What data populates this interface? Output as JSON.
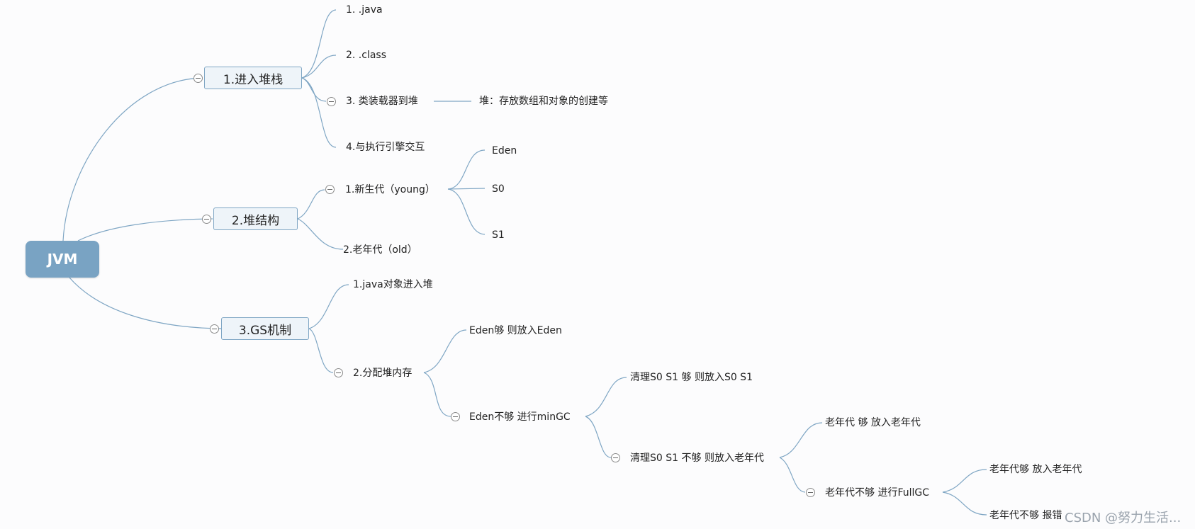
{
  "mindmap": {
    "root": "JVM",
    "branches": [
      {
        "label": "1.进入堆栈",
        "children": [
          {
            "label": "1.   .java"
          },
          {
            "label": "2.  .class"
          },
          {
            "label": "3.  类装载器到堆",
            "children": [
              {
                "label": "堆：存放数组和对象的创建等"
              }
            ]
          },
          {
            "label": "4.与执行引擎交互"
          }
        ]
      },
      {
        "label": "2.堆结构",
        "children": [
          {
            "label": "1.新生代（young）",
            "children": [
              {
                "label": "Eden"
              },
              {
                "label": "S0"
              },
              {
                "label": "S1"
              }
            ]
          },
          {
            "label": "2.老年代（old）"
          }
        ]
      },
      {
        "label": "3.GS机制",
        "children": [
          {
            "label": "1.java对象进入堆"
          },
          {
            "label": "2.分配堆内存",
            "children": [
              {
                "label": "Eden够 则放入Eden"
              },
              {
                "label": "Eden不够 进行minGC",
                "children": [
                  {
                    "label": "清理S0 S1  够 则放入S0 S1"
                  },
                  {
                    "label": "清理S0 S1 不够 则放入老年代",
                    "children": [
                      {
                        "label": "老年代 够  放入老年代"
                      },
                      {
                        "label": "老年代不够 进行FullGC",
                        "children": [
                          {
                            "label": "老年代够 放入老年代"
                          },
                          {
                            "label": "老年代不够 报错"
                          }
                        ]
                      }
                    ]
                  }
                ]
              }
            ]
          }
        ]
      }
    ]
  },
  "watermark": "CSDN @努力生活..."
}
